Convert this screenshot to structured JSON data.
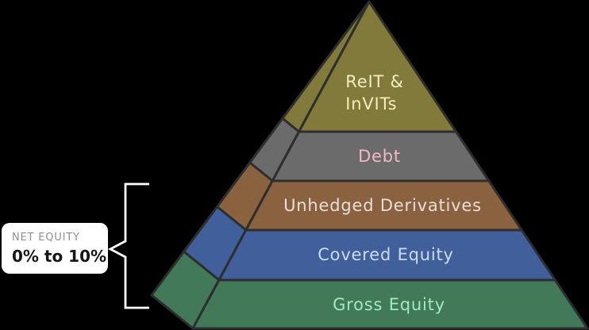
{
  "background_color": "#000000",
  "pyramid": {
    "stroke_color": "#2E2E2E",
    "layers": [
      {
        "id": "reit-invits",
        "label": "ReIT & InVITs",
        "lines": [
          "ReIT &",
          "InVITs"
        ],
        "fill": "#827A3A",
        "text_color": "#F2ECC1"
      },
      {
        "id": "debt",
        "label": "Debt",
        "lines": [
          "Debt"
        ],
        "fill": "#6B6B6B",
        "text_color": "#EFB9C4"
      },
      {
        "id": "unhedged-derivatives",
        "label": "Unhedged Derivatives",
        "lines": [
          "Unhedged Derivatives"
        ],
        "fill": "#8A6240",
        "text_color": "#E9DED7"
      },
      {
        "id": "covered-equity",
        "label": "Covered Equity",
        "lines": [
          "Covered Equity"
        ],
        "fill": "#405F9B",
        "text_color": "#CBDCF1"
      },
      {
        "id": "gross-equity",
        "label": "Gross Equity",
        "lines": [
          "Gross Equity"
        ],
        "fill": "#417959",
        "text_color": "#9FEAC3"
      }
    ]
  },
  "callout": {
    "title": "NET EQUITY",
    "value": "0% to 10%",
    "box_color": "#FFFFFF",
    "title_color": "#8F8F8F",
    "value_color": "#161616",
    "brace_color": "#FFFFFF"
  }
}
